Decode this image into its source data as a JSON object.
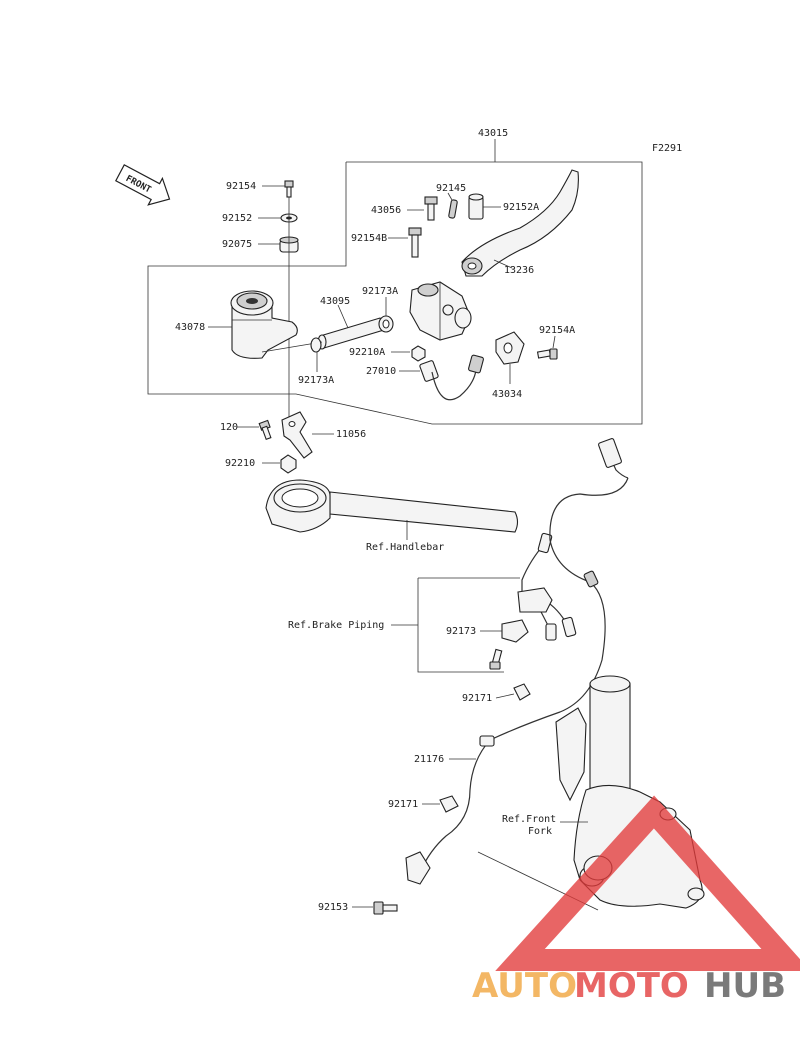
{
  "figure_code": "F2291",
  "front_label": "FRONT",
  "labels": {
    "p43015": "43015",
    "p92154": "92154",
    "p92152": "92152",
    "p92075": "92075",
    "p43078": "43078",
    "p43095": "43095",
    "p92173A_top": "92173A",
    "p92173A_bot": "92173A",
    "p92210A": "92210A",
    "p27010": "27010",
    "p43056": "43056",
    "p92145": "92145",
    "p92152A": "92152A",
    "p92154B": "92154B",
    "p13236": "13236",
    "p92154A": "92154A",
    "p43034": "43034",
    "p120": "120",
    "p11056": "11056",
    "p92210": "92210",
    "ref_handlebar": "Ref.Handlebar",
    "ref_brake_piping": "Ref.Brake Piping",
    "p92173": "92173",
    "p92171_a": "92171",
    "p21176": "21176",
    "p92171_b": "92171",
    "ref_front_fork_1": "Ref.Front",
    "ref_front_fork_2": "Fork",
    "p92153": "92153"
  },
  "watermark": {
    "part1": "AUTO",
    "part2": "MOTO",
    "part3": "HUB",
    "color_orange": "#f0a33a",
    "color_red": "#e23b3b",
    "color_gray": "#555555"
  }
}
